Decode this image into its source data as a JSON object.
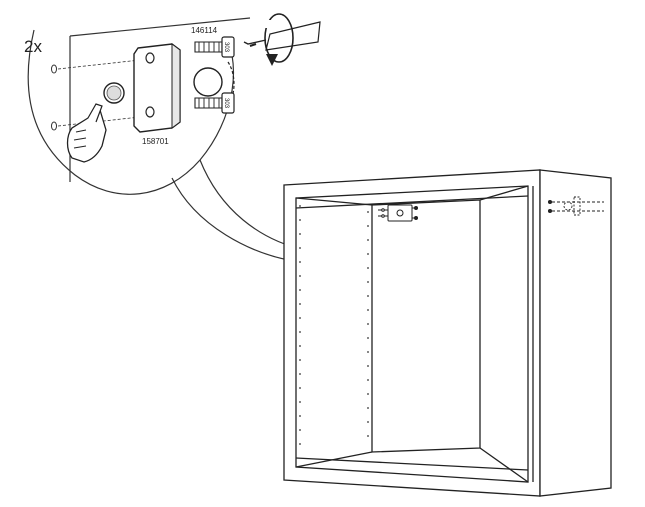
{
  "diagram": {
    "quantity_label": "2x",
    "part_numbers": {
      "screw": "146114",
      "bracket": "158701"
    },
    "screw_head_marking": "303"
  }
}
